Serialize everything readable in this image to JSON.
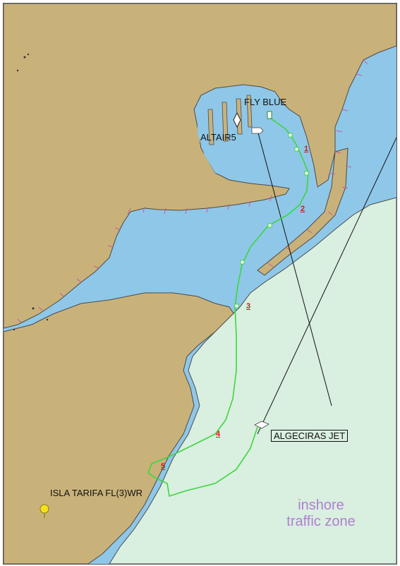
{
  "labels": {
    "fly_blue": "FLY BLUE",
    "altair5": "ALTAIR5",
    "algeciras_jet": "ALGECIRAS JET",
    "isla_tarifa": "ISLA TARIFA FL(3)WR"
  },
  "waypoints": [
    "1",
    "2",
    "3",
    "4",
    "5"
  ],
  "zone": {
    "line1": "inshore",
    "line2": "traffic zone"
  },
  "colors": {
    "water": "#8fc7e8",
    "land": "#c9b27a",
    "traffic_zone": "#d9efe0",
    "shoal": "#7fb88a",
    "route": "#3dd63d",
    "waypoint_number": "#cc1f1f",
    "zone_text": "#b07fd0",
    "lighthouse": "#f2e21a"
  }
}
